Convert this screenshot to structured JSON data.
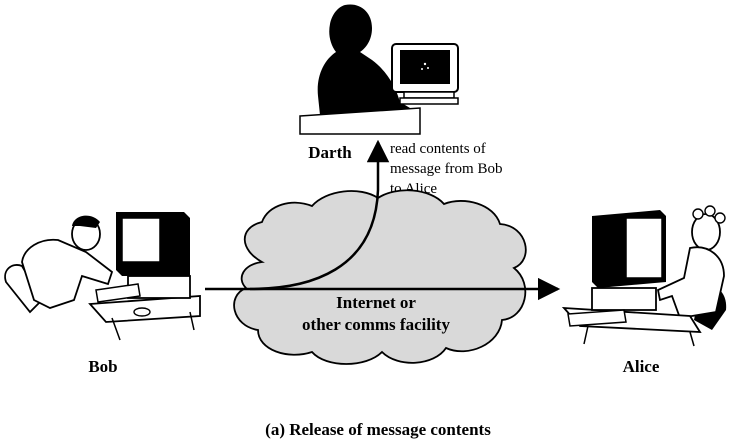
{
  "diagram": {
    "attacker": {
      "name": "Darth",
      "annotation": [
        "read contents of",
        "message from Bob",
        "to Alice"
      ]
    },
    "sender": {
      "name": "Bob"
    },
    "receiver": {
      "name": "Alice"
    },
    "network": {
      "label": [
        "Internet or",
        "other comms facility"
      ]
    },
    "caption": "(a) Release of message contents"
  },
  "colors": {
    "cloud_fill": "#d9d9d9",
    "ink": "#000000"
  }
}
